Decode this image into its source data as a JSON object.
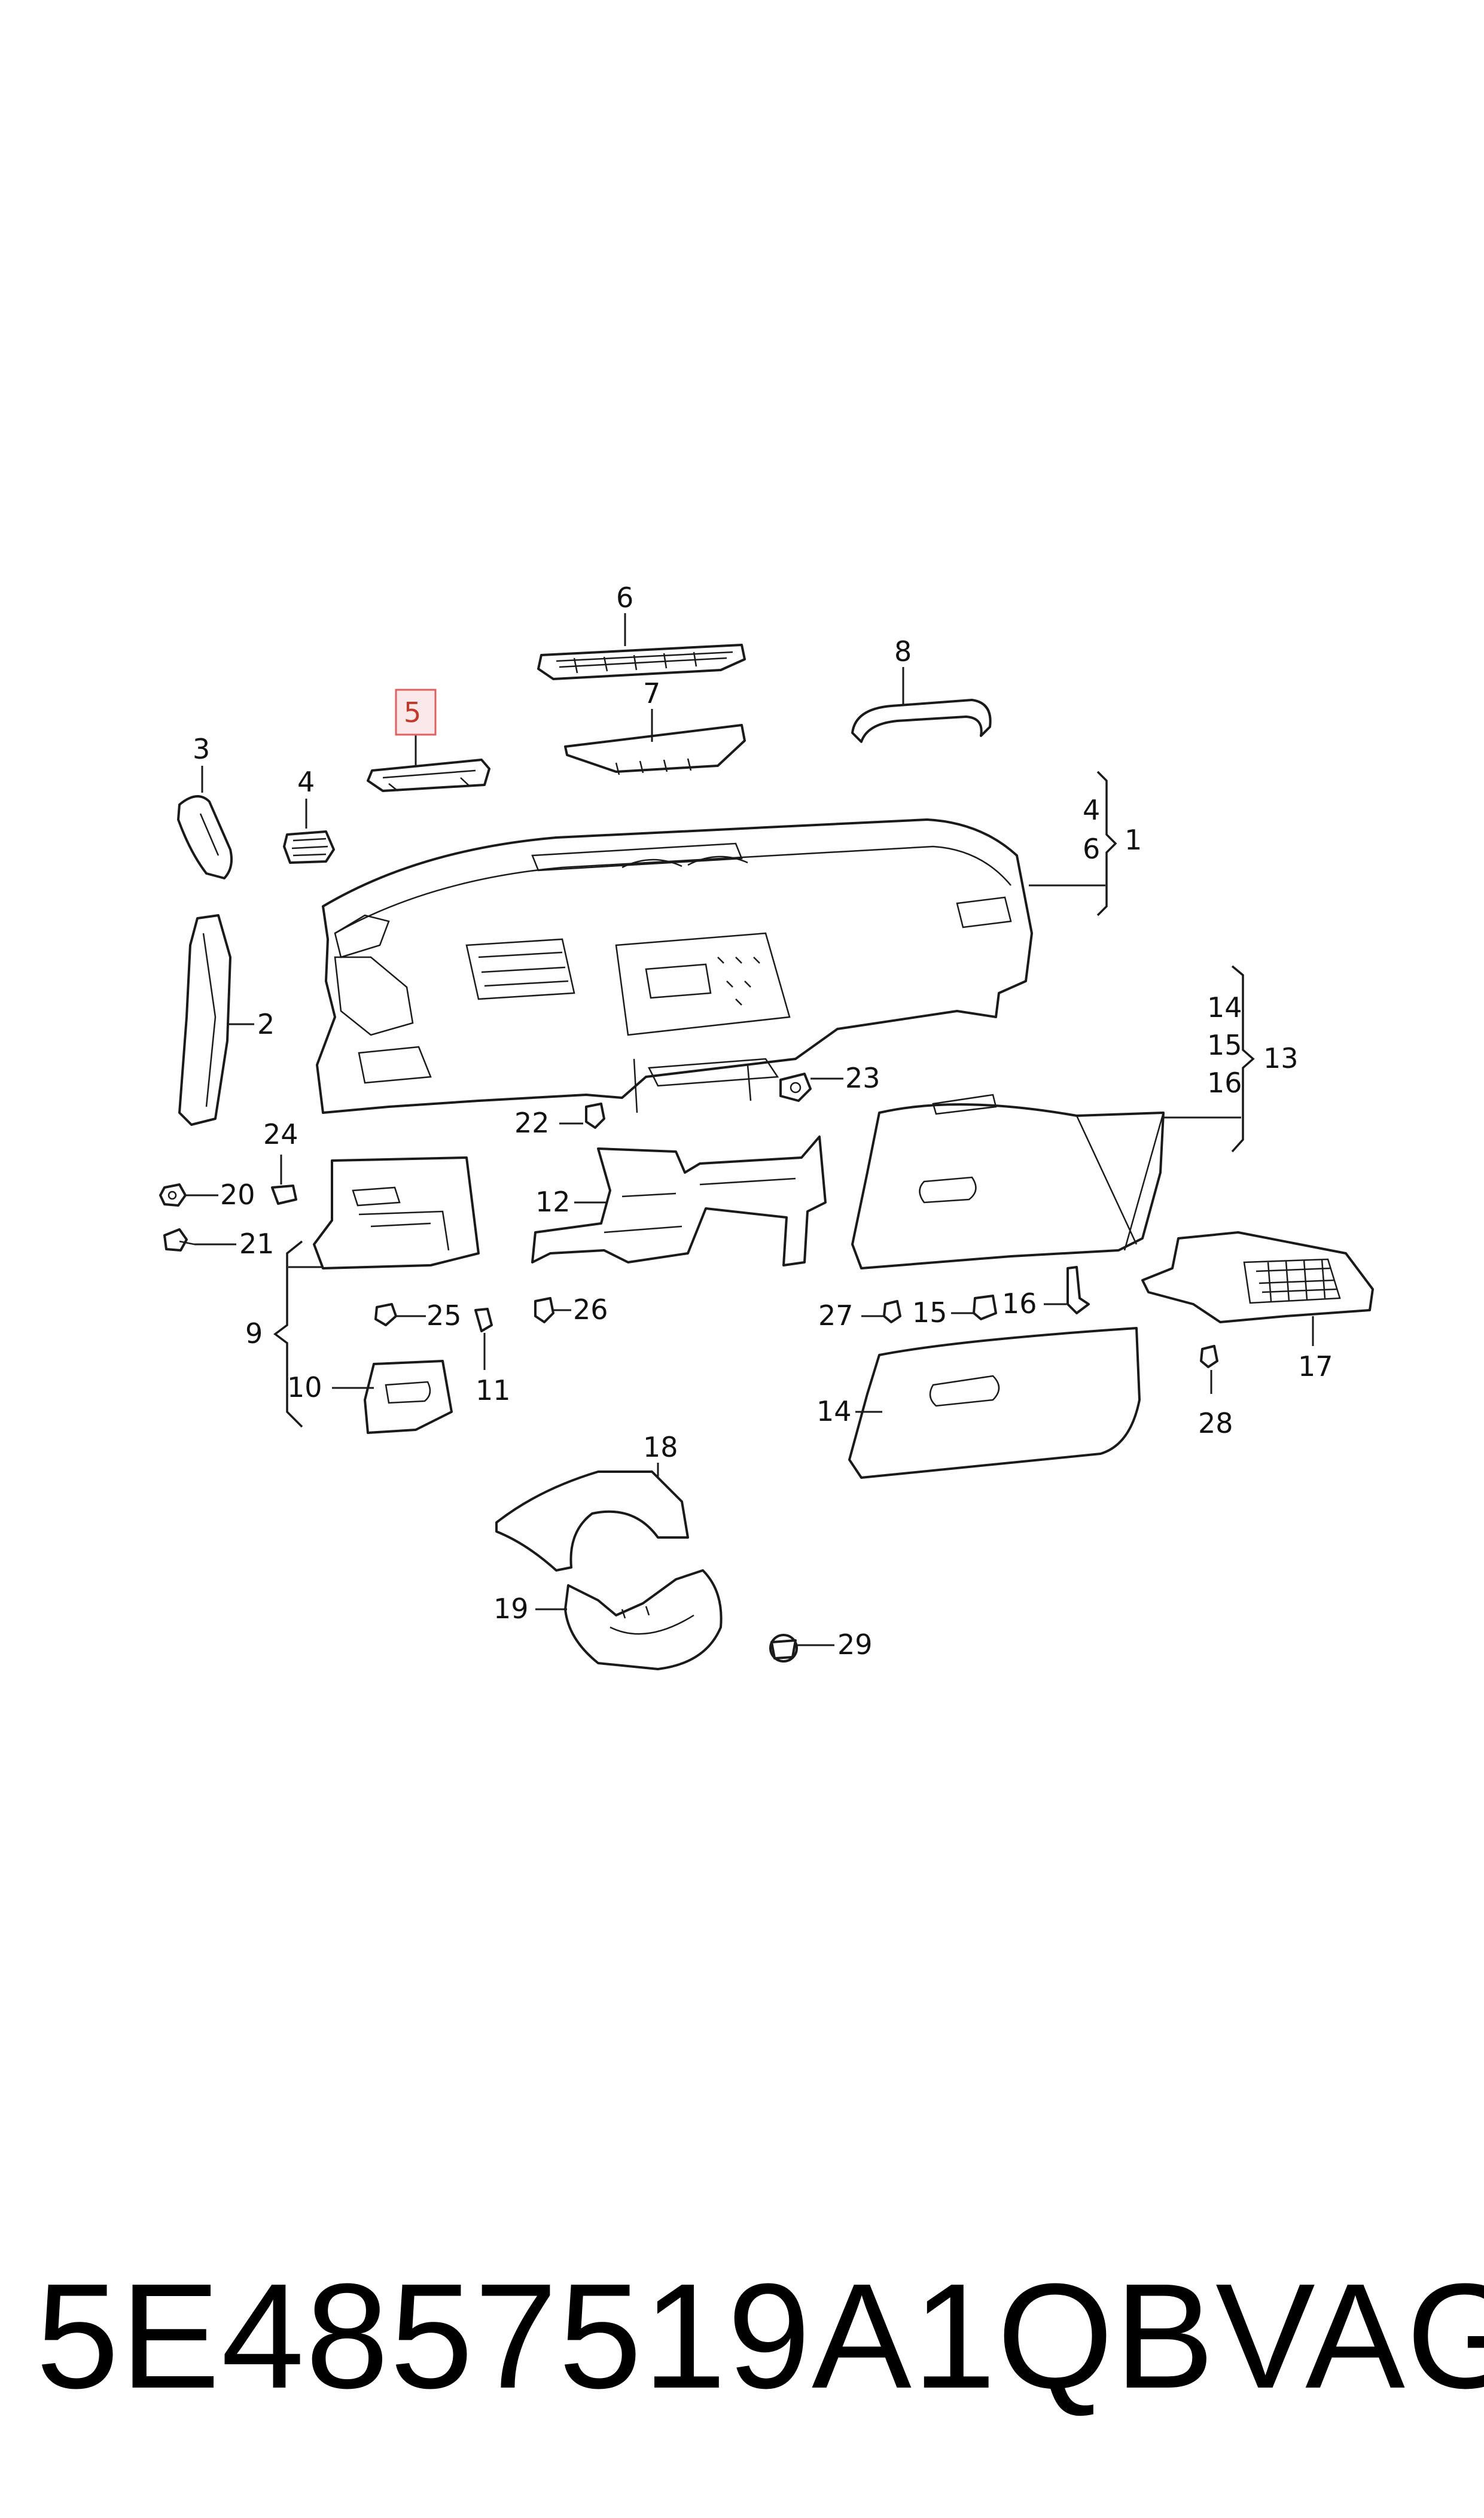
{
  "diagram": {
    "highlight_color": "#e06060",
    "callouts": [
      "1",
      "2",
      "3",
      "4",
      "5",
      "6",
      "7",
      "8",
      "9",
      "10",
      "11",
      "12",
      "13",
      "14",
      "15",
      "16",
      "17",
      "18",
      "19",
      "20",
      "21",
      "22",
      "23",
      "24",
      "25",
      "26",
      "27",
      "28",
      "29"
    ],
    "brace_1_items": [
      "4",
      "6"
    ],
    "brace_13_items": [
      "14",
      "15",
      "16"
    ],
    "selected_callout": "5"
  },
  "footer": {
    "part_number": "5E4857519A1QB",
    "brand": "VAG"
  }
}
